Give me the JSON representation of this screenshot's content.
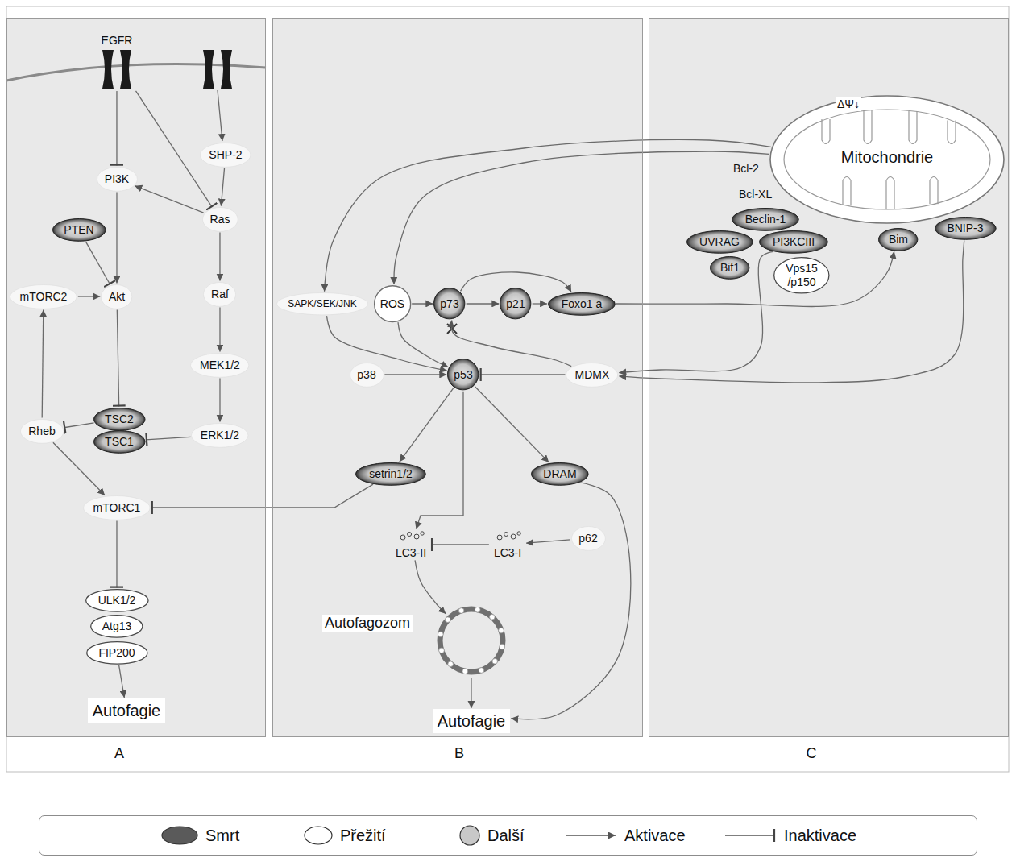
{
  "diagram": {
    "nodes": [
      {
        "text": [
          "A"
        ]
      },
      {
        "text": [
          "EGFR"
        ],
        "in": 0
      },
      {
        "text": [
          "PI3K"
        ],
        "in": 0
      },
      {
        "text": [
          "SHP-2"
        ],
        "in": 0
      },
      {
        "text": [
          "Ras"
        ],
        "in": 0
      },
      {
        "text": [
          "PTEN"
        ],
        "in": 0
      },
      {
        "text": [
          "mTORC2"
        ],
        "in": 0
      },
      {
        "text": [
          "Akt"
        ],
        "in": 0
      },
      {
        "text": [
          "Raf"
        ],
        "in": 0
      },
      {
        "text": [
          "MEK1/2"
        ],
        "in": 0
      },
      {
        "text": [
          "Rheb"
        ],
        "in": 0
      },
      {
        "text": [
          "TSC2"
        ],
        "in": 0
      },
      {
        "text": [
          "TSC1"
        ],
        "in": 0
      },
      {
        "text": [
          "ERK1/2"
        ],
        "in": 0
      },
      {
        "text": [
          "mTORC1"
        ],
        "in": 0
      },
      {
        "text": [
          "ULK1/2"
        ],
        "in": 0
      },
      {
        "text": [
          "Atg13"
        ],
        "in": 0
      },
      {
        "text": [
          "FIP200"
        ],
        "in": 0
      },
      {
        "text": [
          "Autofagie"
        ],
        "in": 0
      },
      {
        "text": [
          "B"
        ]
      },
      {
        "text": [
          "SAPK/SEK/JNK"
        ],
        "in": 19
      },
      {
        "text": [
          "ROS"
        ],
        "in": 19
      },
      {
        "text": [
          "p73"
        ],
        "in": 19
      },
      {
        "text": [
          "p21"
        ],
        "in": 19
      },
      {
        "text": [
          "Foxo1 a"
        ],
        "in": 19
      },
      {
        "text": [
          "p38"
        ],
        "in": 19
      },
      {
        "text": [
          "p53"
        ],
        "in": 19
      },
      {
        "text": [
          "MDMX"
        ],
        "in": 19
      },
      {
        "text": [
          "setrin1/2"
        ],
        "in": 19
      },
      {
        "text": [
          "DRAM"
        ],
        "in": 19
      },
      {
        "text": [
          "LC3-II"
        ],
        "in": 19
      },
      {
        "text": [
          "LC3-I"
        ],
        "in": 19
      },
      {
        "text": [
          "p62"
        ],
        "in": 19
      },
      {
        "text": [
          "Autofagozom"
        ],
        "in": 19
      },
      {
        "text": [
          "Autofagie"
        ],
        "in": 19
      },
      {
        "text": [
          "C"
        ]
      },
      {
        "text": [
          "ΔΨ↓",
          "Mitochondrie"
        ],
        "in": 35
      },
      {
        "text": [
          "Beclin-1"
        ],
        "in": 35
      },
      {
        "text": [
          "UVRAG"
        ],
        "in": 35
      },
      {
        "text": [
          "PI3KCIII"
        ],
        "in": 35
      },
      {
        "text": [
          "Bim"
        ],
        "in": 35
      },
      {
        "text": [
          "BNIP-3"
        ],
        "in": 35
      },
      {
        "text": [
          "Bif1"
        ],
        "in": 35
      },
      {
        "text": [
          "Vps15 /p150"
        ],
        "in": 35
      }
    ],
    "edges": [
      {
        "from": 1,
        "to": 2,
        "arrow": "to"
      },
      {
        "from": 1,
        "to": 4,
        "arrow": "to"
      },
      {
        "from": 3,
        "to": 4,
        "arrow": "to"
      },
      {
        "from": 4,
        "to": 2,
        "arrow": "to"
      },
      {
        "from": 2,
        "to": 7,
        "arrow": "to"
      },
      {
        "from": 5,
        "to": 7,
        "arrow": "to"
      },
      {
        "from": 6,
        "to": 7,
        "arrow": "to"
      },
      {
        "from": 4,
        "to": 8,
        "arrow": "to"
      },
      {
        "from": 8,
        "to": 9,
        "arrow": "to"
      },
      {
        "from": 9,
        "to": 13,
        "arrow": "to"
      },
      {
        "from": 7,
        "to": 11,
        "arrow": "to"
      },
      {
        "from": 13,
        "to": 12,
        "arrow": "to"
      },
      {
        "from": 11,
        "to": 10,
        "arrow": "to"
      },
      {
        "from": 10,
        "to": 6,
        "arrow": "to"
      },
      {
        "from": 10,
        "to": 14,
        "arrow": "to"
      },
      {
        "from": 14,
        "to": 15,
        "arrow": "to"
      },
      {
        "from": 17,
        "to": 18,
        "arrow": "to"
      },
      {
        "from": 36,
        "to": 20,
        "arrow": "to"
      },
      {
        "from": 36,
        "to": 21,
        "arrow": "to"
      },
      {
        "from": 21,
        "to": 22,
        "arrow": "to"
      },
      {
        "from": 22,
        "to": 23,
        "arrow": "to"
      },
      {
        "from": 22,
        "to": 24,
        "arrow": "to"
      },
      {
        "from": 23,
        "to": 24,
        "arrow": "to"
      },
      {
        "from": 27,
        "to": 22,
        "arrow": "to"
      },
      {
        "from": 20,
        "to": 26,
        "arrow": "to"
      },
      {
        "from": 21,
        "to": 26,
        "arrow": "to"
      },
      {
        "from": 25,
        "to": 26,
        "arrow": "to"
      },
      {
        "from": 27,
        "to": 26,
        "arrow": "to"
      },
      {
        "from": 24,
        "to": 40,
        "arrow": "to"
      },
      {
        "from": 39,
        "to": 27,
        "arrow": "to"
      },
      {
        "from": 41,
        "to": 27,
        "arrow": "to"
      },
      {
        "from": 26,
        "to": 28,
        "arrow": "to"
      },
      {
        "from": 26,
        "to": 29,
        "arrow": "to"
      },
      {
        "from": 26,
        "to": 30,
        "arrow": "to"
      },
      {
        "from": 31,
        "to": 30,
        "arrow": "to"
      },
      {
        "from": 32,
        "to": 31,
        "arrow": "to"
      },
      {
        "from": 30,
        "to": 33,
        "arrow": "to"
      },
      {
        "from": 33,
        "to": 34,
        "arrow": "to"
      },
      {
        "from": 29,
        "to": 34,
        "arrow": "to"
      },
      {
        "from": 28,
        "to": 14,
        "arrow": "to"
      }
    ],
    "labels": [
      "Bcl-2",
      "Bcl-XL"
    ],
    "legend": [
      {
        "text": "Smrt",
        "color": "#5a5a5a"
      },
      {
        "text": "Přežití",
        "color": "#ffffff"
      },
      {
        "text": "Další",
        "color": "#c8c8c8"
      },
      {
        "text": "Aktivace"
      },
      {
        "text": "Inaktivace"
      }
    ]
  }
}
